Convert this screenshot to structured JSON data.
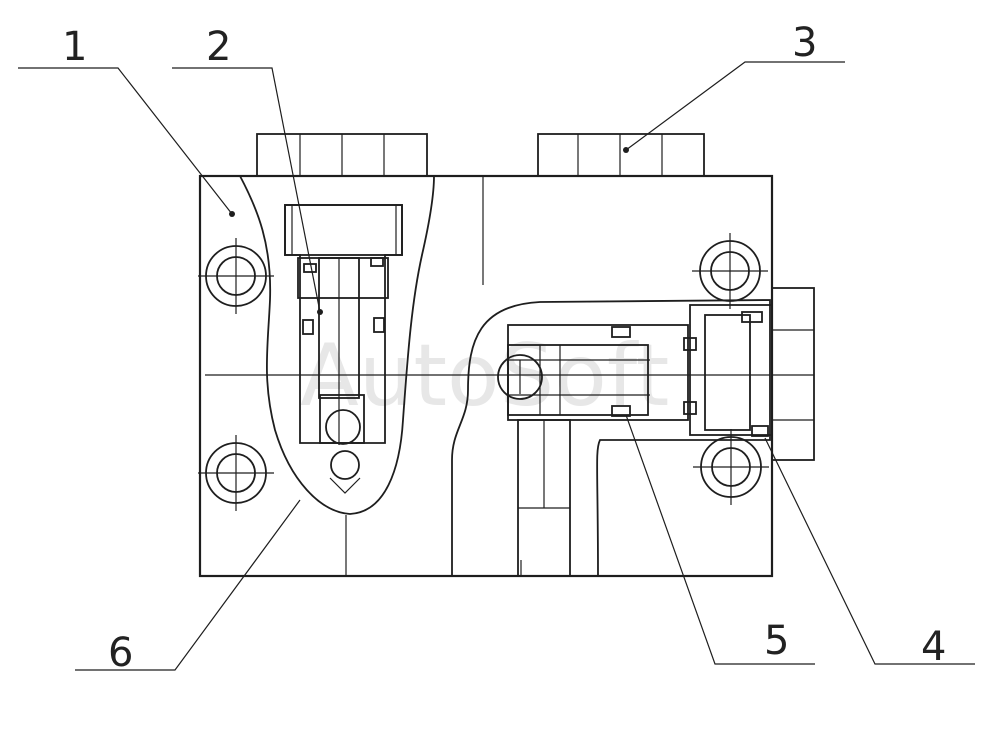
{
  "callouts": [
    {
      "number": "1"
    },
    {
      "number": "2"
    },
    {
      "number": "3"
    },
    {
      "number": "4"
    },
    {
      "number": "5"
    },
    {
      "number": "6"
    }
  ],
  "watermark": "AutoSoft",
  "colors": {
    "line": "#1e1e1e",
    "background": "#ffffff",
    "watermark": "#bdbdbd"
  }
}
